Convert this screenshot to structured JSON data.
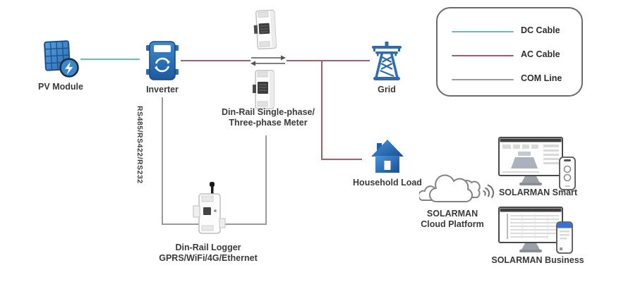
{
  "nodes": {
    "pv_module": {
      "label": "PV Module"
    },
    "inverter": {
      "label": "Inverter"
    },
    "meter": {
      "label": [
        "Din-Rail Single-phase/",
        "Three-phase Meter"
      ]
    },
    "grid": {
      "label": "Grid"
    },
    "household_load": {
      "label": "Household Load"
    },
    "cloud": {
      "label": [
        "SOLARMAN",
        "Cloud Platform"
      ]
    },
    "solarman_smart": {
      "label": "SOLARMAN Smart"
    },
    "solarman_business": {
      "label": "SOLARMAN Business"
    },
    "logger": {
      "label": [
        "Din-Rail Logger",
        "GPRS/WiFi/4G/Ethernet"
      ]
    }
  },
  "com_bus_label": "RS485/RS422/RS232",
  "legend": {
    "items": [
      {
        "label": "DC Cable",
        "color": "#6cbcb6"
      },
      {
        "label": "AC Cable",
        "color": "#9a5f6a"
      },
      {
        "label": "COM Line",
        "color": "#9a9a9a"
      }
    ]
  },
  "colors": {
    "dc_cable": "#6cbcb6",
    "ac_cable": "#a85f6c",
    "com_line": "#9a9a9a",
    "device_blue": "#2e75b6"
  }
}
